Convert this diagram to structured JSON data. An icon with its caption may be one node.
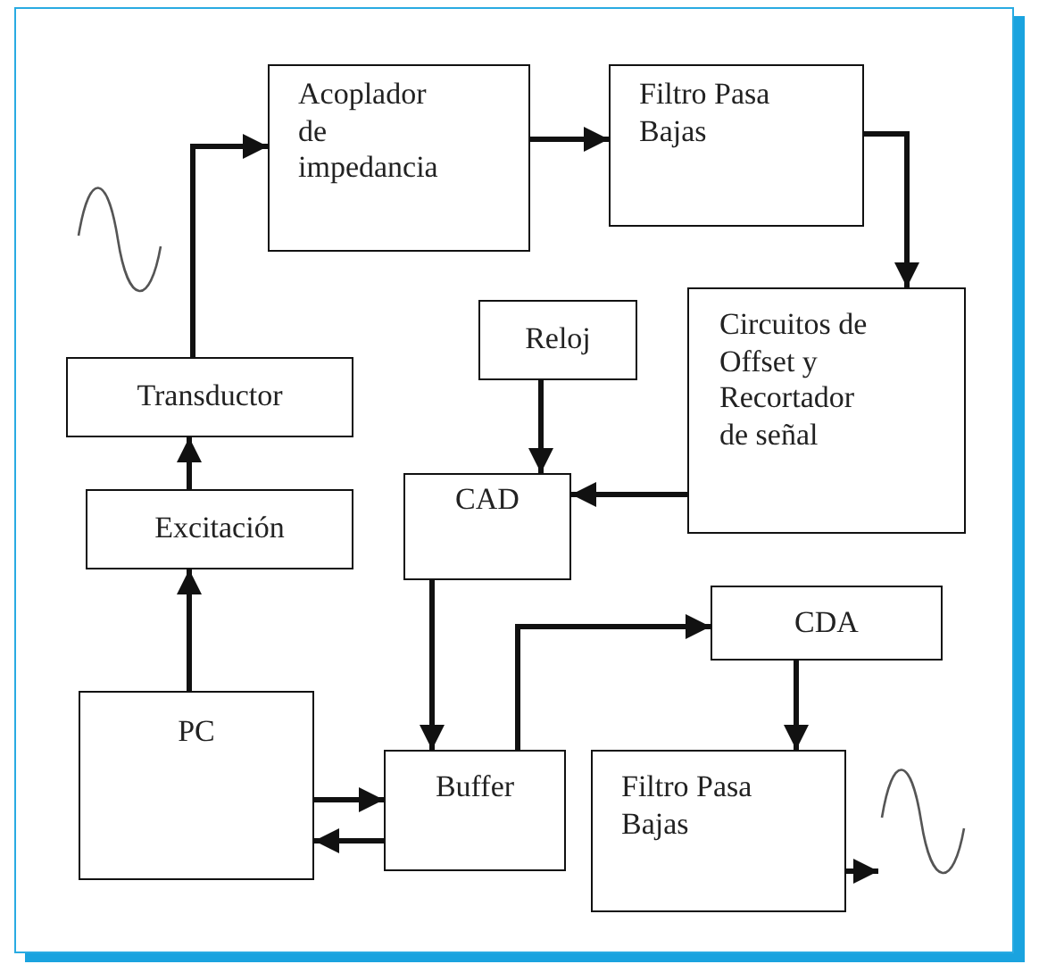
{
  "diagram": {
    "nodes": [
      {
        "text": [
          "Acoplador de impedancia"
        ]
      },
      {
        "text": [
          "Filtro Pasa Bajas"
        ]
      },
      {
        "text": [
          "Circuitos de Offset y Recortador de señal"
        ]
      },
      {
        "text": [
          "Reloj"
        ]
      },
      {
        "text": [
          "Transductor"
        ]
      },
      {
        "text": [
          "Excitación"
        ]
      },
      {
        "text": [
          "CAD"
        ]
      },
      {
        "text": [
          "CDA"
        ]
      },
      {
        "text": [
          "PC"
        ]
      },
      {
        "text": [
          "Buffer"
        ]
      },
      {
        "text": [
          "Filtro Pasa Bajas"
        ]
      },
      {
        "text": [],
        "shape": "picture"
      }
    ],
    "edges": [
      {
        "from": 0,
        "to": 1,
        "arrow": "to"
      },
      {
        "from": 1,
        "to": 2,
        "arrow": "to"
      },
      {
        "from": 2,
        "to": 6,
        "arrow": "to"
      },
      {
        "from": 3,
        "to": 6,
        "arrow": "to"
      },
      {
        "from": 4,
        "to": 0,
        "arrow": "to"
      },
      {
        "from": 5,
        "to": 4,
        "arrow": "to"
      },
      {
        "from": 8,
        "to": 5,
        "arrow": "to"
      },
      {
        "from": 6,
        "to": 9,
        "arrow": "to"
      },
      {
        "from": 9,
        "to": 7,
        "arrow": "to"
      },
      {
        "from": 7,
        "to": 10,
        "arrow": "to"
      },
      {
        "from": 8,
        "to": 9,
        "arrow": "to"
      },
      {
        "from": 9,
        "to": 8,
        "arrow": "to"
      },
      {
        "from": 10,
        "to": 11,
        "arrow": "to"
      }
    ]
  }
}
